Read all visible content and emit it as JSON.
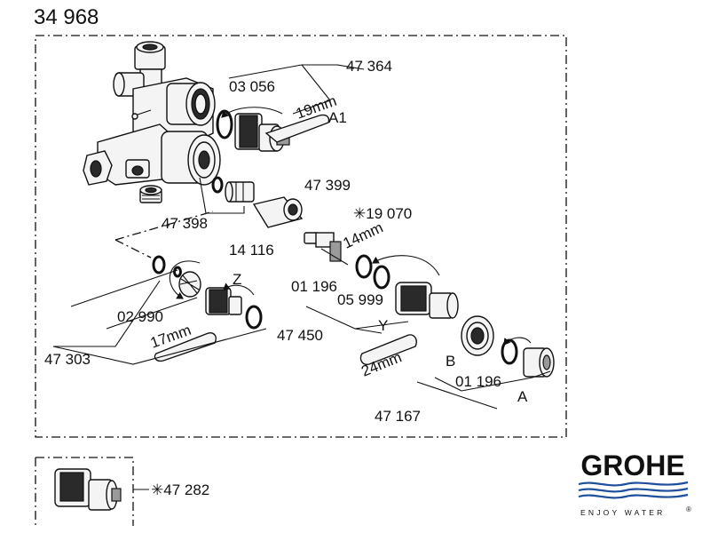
{
  "diagram_title": "34 968",
  "part_numbers": {
    "p47364": "47 364",
    "p03056": "03 056",
    "pA1": "A1",
    "w19": "19mm",
    "p47399": "47 399",
    "p47398": "47 398",
    "p19070": "✳19 070",
    "w14": "14mm",
    "p14116": "14 116",
    "pZ": "Z",
    "p01196a": "01 196",
    "p05999": "05 999",
    "p02990": "02 990",
    "p47450": "47 450",
    "pY": "Y",
    "w17": "17mm",
    "p47303": "47 303",
    "w24": "24mm",
    "pB": "B",
    "p01196b": "01 196",
    "pA": "A",
    "p47167": "47 167",
    "p47282": "✳47 282"
  },
  "brand": {
    "name": "GROHE",
    "tagline": "ENJOY WATER",
    "registered": "®",
    "color": "#1d4f9c"
  }
}
